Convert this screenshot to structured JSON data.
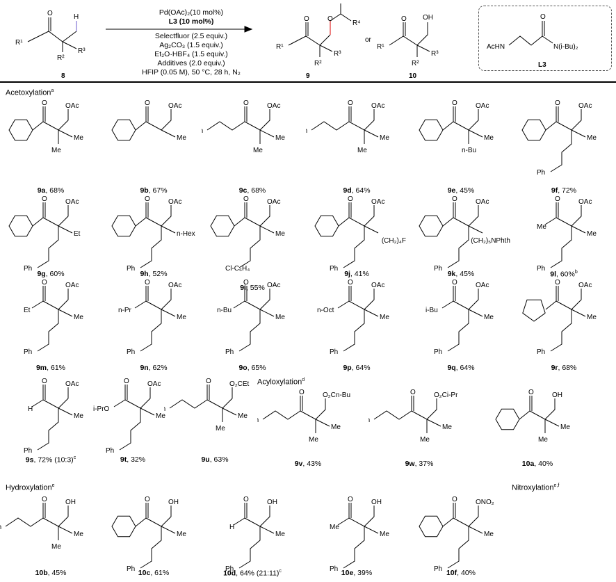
{
  "scheme": {
    "conditions_above": [
      "Pd(OAc)₂(10 mol%)",
      "L3 (10 mol%)"
    ],
    "conditions_below": [
      "Selectfluor (2.5 equiv.)",
      "Ag₂CO₃ (1.5 equiv.)",
      "Et₂O·HBF₄ (1.5 equiv.)",
      "Additives (2.0 equiv.)",
      "HFIP (0.05 M),  50 °C, 28 h, N₂"
    ],
    "sm_label": "8",
    "sm_atoms": {
      "O": "O",
      "H": "H",
      "R1": "R¹",
      "R2": "R²",
      "R3": "R³"
    },
    "p9_label": "9",
    "p9_atoms": {
      "O": "O",
      "O2": "O",
      "R4": "R⁴",
      "R1": "R¹",
      "R2": "R²",
      "R3": "R³"
    },
    "or": "or",
    "p10_label": "10",
    "p10_atoms": {
      "O": "O",
      "OH": "OH",
      "R1": "R¹",
      "R2": "R²",
      "R3": "R³"
    },
    "ligand": {
      "label": "L3",
      "AcHN": "AcHN",
      "O": "O",
      "N": "N(i-Bu)₂"
    }
  },
  "sections": {
    "acetoxylation": "Acetoxylation",
    "acet_sup": "a",
    "acyloxylation": "Acyloxylation",
    "acyl_sup": "d",
    "hydroxylation": "Hydroxylation",
    "hyd_sup": "e",
    "nitroxylation": "Nitroxylation",
    "nit_sup": "e,f"
  },
  "compounds": [
    {
      "id": "9a",
      "yield": "68%",
      "left": "ring6",
      "group": "OAc",
      "r3": "Me",
      "down": "Me"
    },
    {
      "id": "9b",
      "yield": "67%",
      "left": "ring6fused",
      "group": "OAc",
      "r3": "Me",
      "down": ""
    },
    {
      "id": "9c",
      "yield": "68%",
      "left": "Ph",
      "group": "OAc",
      "r3": "Me",
      "down": "Me"
    },
    {
      "id": "9d",
      "yield": "64%",
      "left": "Ph",
      "group": "OAc",
      "r3": "Me",
      "down": "Me"
    },
    {
      "id": "9e",
      "yield": "45%",
      "left": "ring6",
      "group": "OAc",
      "r3": "Me",
      "down": "n-Bu"
    },
    {
      "id": "9f",
      "yield": "72%",
      "left": "ring6",
      "group": "OAc",
      "r3": "Me",
      "down": "Ph"
    },
    {
      "id": "9g",
      "yield": "60%",
      "left": "ring6",
      "group": "OAc",
      "r3": "Et",
      "down": "Ph"
    },
    {
      "id": "9h",
      "yield": "52%",
      "left": "ring6",
      "group": "OAc",
      "r3": "n-Hex",
      "down": "Ph"
    },
    {
      "id": "9i",
      "yield": "55%",
      "left": "ring6",
      "group": "OAc",
      "r3": "Me",
      "down": "Cl-C₆H₄"
    },
    {
      "id": "9j",
      "yield": "41%",
      "left": "ring6",
      "group": "OAc",
      "r3": "(CH₂)₄F",
      "down": "Ph"
    },
    {
      "id": "9k",
      "yield": "45%",
      "left": "ring6",
      "group": "OAc",
      "r3": "(CH₂)₅NPhth",
      "down": "Ph"
    },
    {
      "id": "9l",
      "yield": "60%",
      "sup": "b",
      "left": "Me",
      "group": "OAc",
      "r3": "Me",
      "down": "Ph"
    },
    {
      "id": "9m",
      "yield": "61%",
      "left": "Et",
      "group": "OAc",
      "r3": "Me",
      "down": "Ph"
    },
    {
      "id": "9n",
      "yield": "62%",
      "left": "n-Pr",
      "group": "OAc",
      "r3": "Me",
      "down": "Ph"
    },
    {
      "id": "9o",
      "yield": "65%",
      "left": "n-Bu",
      "group": "OAc",
      "r3": "Me",
      "down": "Ph"
    },
    {
      "id": "9p",
      "yield": "64%",
      "left": "n-Oct",
      "group": "OAc",
      "r3": "Me",
      "down": "Ph"
    },
    {
      "id": "9q",
      "yield": "64%",
      "left": "i-Bu",
      "group": "OAc",
      "r3": "Me",
      "down": "Ph"
    },
    {
      "id": "9r",
      "yield": "68%",
      "left": "ring5",
      "group": "OAc",
      "r3": "Me",
      "down": "Ph"
    },
    {
      "id": "9s",
      "yield": "72% (10:3)",
      "sup": "c",
      "left": "H",
      "group": "OAc",
      "r3": "Me",
      "down": "Ph"
    },
    {
      "id": "9t",
      "yield": "32%",
      "left": "i-PrO",
      "group": "OAc",
      "r3": "Me",
      "down": "Ph"
    },
    {
      "id": "9u",
      "yield": "63%",
      "left": "Ph",
      "group": "O₂CEt",
      "r3": "Me",
      "down": "Me"
    },
    {
      "id": "9v",
      "yield": "43%",
      "left": "Ph",
      "group": "O₂Cn-Bu",
      "r3": "Me",
      "down": "Me"
    },
    {
      "id": "9w",
      "yield": "37%",
      "left": "Ph",
      "group": "O₂Ci-Pr",
      "r3": "Me",
      "down": "Me"
    },
    {
      "id": "10a",
      "yield": "40%",
      "left": "ring6",
      "group": "OH",
      "r3": "Me",
      "down": "Me"
    },
    {
      "id": "10b",
      "yield": "45%",
      "left": "Ph",
      "group": "OH",
      "r3": "Me",
      "down": "Me"
    },
    {
      "id": "10c",
      "yield": "61%",
      "left": "ring6",
      "group": "OH",
      "r3": "Me",
      "down": "Ph"
    },
    {
      "id": "10d",
      "yield": "64% (21:11)",
      "sup": "c",
      "left": "H",
      "group": "OH",
      "r3": "Me",
      "down": "Ph"
    },
    {
      "id": "10e",
      "yield": "39%",
      "left": "Me",
      "group": "OH",
      "r3": "Me",
      "down": "Ph"
    },
    {
      "id": "10f",
      "yield": "40%",
      "left": "ring6",
      "group": "ONO₂",
      "r3": "Me",
      "down": "Ph"
    }
  ]
}
